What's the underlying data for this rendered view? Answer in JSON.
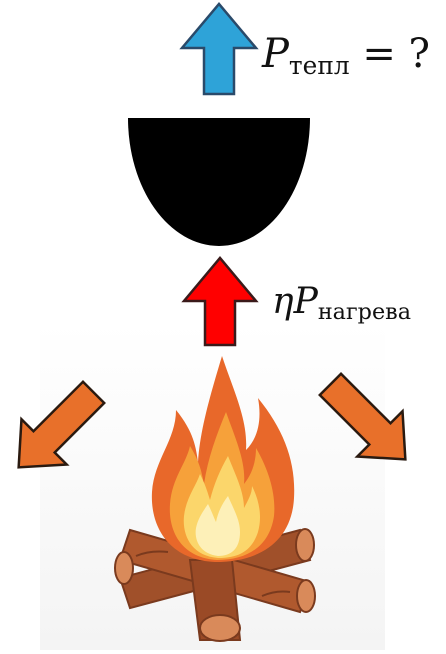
{
  "diagram": {
    "heat_output": {
      "symbol": "P",
      "subscript": "тепл",
      "equals": " = ?"
    },
    "heating_power": {
      "prefix": "η",
      "symbol": "P",
      "subscript": "нагрева"
    },
    "colors": {
      "upward_output_arrow": "#2ea3d8",
      "heating_arrow": "#ff0000",
      "loss_arrows": "#e8702a",
      "vessel": "#000000",
      "flame_outer": "#e8682a",
      "flame_middle": "#f6a13a",
      "flame_inner": "#fbd66b",
      "flame_core": "#fdf0b8",
      "logs": "#a8532c"
    },
    "icons": {
      "vessel": "bowl-icon",
      "source": "campfire-icon",
      "output_arrow": "arrow-up-icon",
      "input_arrow": "arrow-up-icon",
      "loss_arrows": "arrow-diagonal-icon"
    }
  }
}
